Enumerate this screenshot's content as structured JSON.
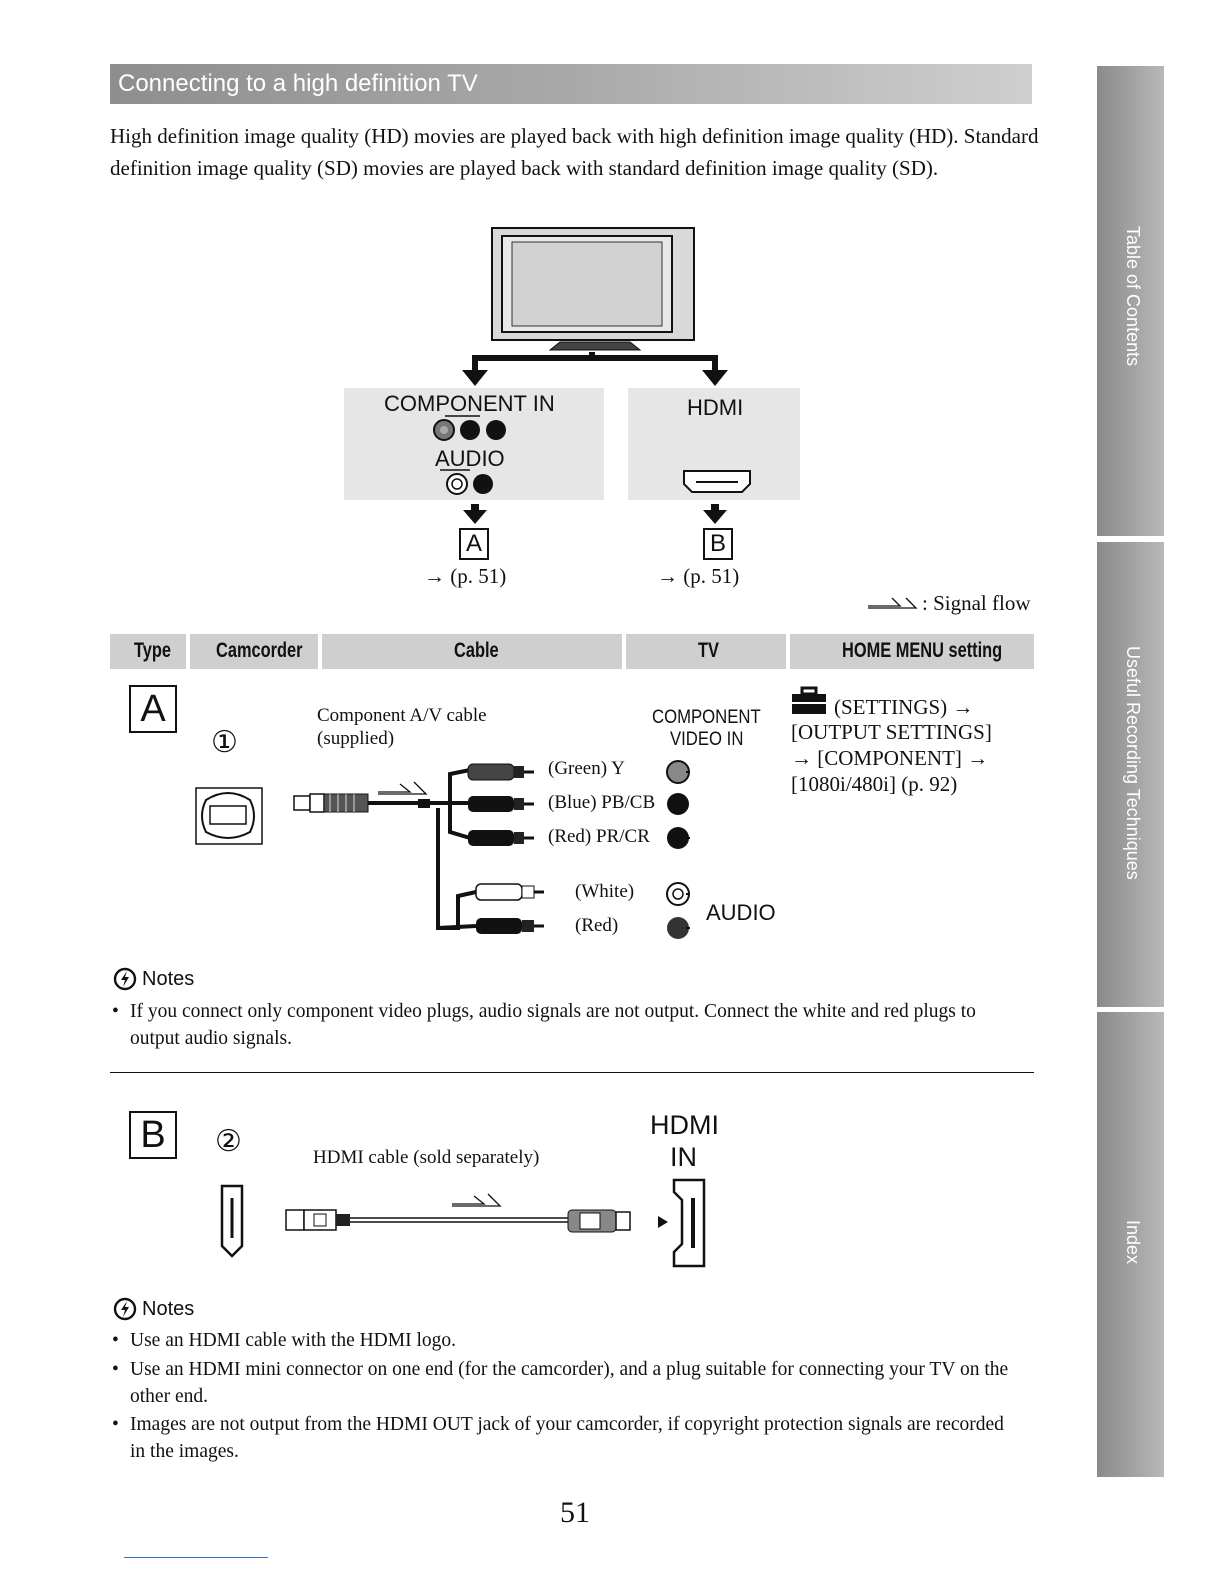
{
  "title": "Connecting to a high definition TV",
  "intro": "High definition image quality (HD) movies are played back with high definition image quality (HD). Standard definition image quality (SD) movies are played back with standard definition image quality (SD).",
  "side_tabs": [
    "Table of Contents",
    "Useful Recording Techniques",
    "Index"
  ],
  "tv_diagram": {
    "component_in": "COMPONENT IN",
    "audio": "AUDIO",
    "hdmi": "HDMI",
    "label_a": "A",
    "label_b": "B",
    "ref_a": "→ (p. 51)",
    "ref_b": "→ (p. 51)"
  },
  "signal_flow": ": Signal flow",
  "table_header": {
    "type": "Type",
    "camcorder": "Camcorder",
    "cable": "Cable",
    "tv": "TV",
    "home_menu": "HOME MENU setting"
  },
  "row_a": {
    "type": "A",
    "number": "①",
    "cable_line1": "Component A/V cable",
    "cable_line2": "(supplied)",
    "plugs": [
      "(Green) Y",
      "(Blue) PB/CB",
      "(Red) PR/CR",
      "(White)",
      "(Red)"
    ],
    "tv_line1": "COMPONENT",
    "tv_line2": "VIDEO IN",
    "tv_audio": "AUDIO",
    "setting_lines": [
      "(SETTINGS) →",
      "[OUTPUT SETTINGS]",
      "→ [COMPONENT] →",
      "[1080i/480i] (p. 92)"
    ]
  },
  "notes_a": {
    "heading": "Notes",
    "items": [
      "If you connect only component video plugs, audio signals are not output. Connect the white and red plugs to output audio signals."
    ]
  },
  "row_b": {
    "type": "B",
    "number": "②",
    "cable": "HDMI cable (sold separately)",
    "tv_line1": "HDMI",
    "tv_line2": "IN"
  },
  "notes_b": {
    "heading": "Notes",
    "items": [
      "Use an HDMI cable with the HDMI logo.",
      "Use an HDMI mini connector on one end (for the camcorder), and a plug suitable for connecting your TV on the other end.",
      "Images are not output from the HDMI OUT jack of your camcorder, if copyright protection signals are recorded in the images."
    ]
  },
  "page_number": "51"
}
